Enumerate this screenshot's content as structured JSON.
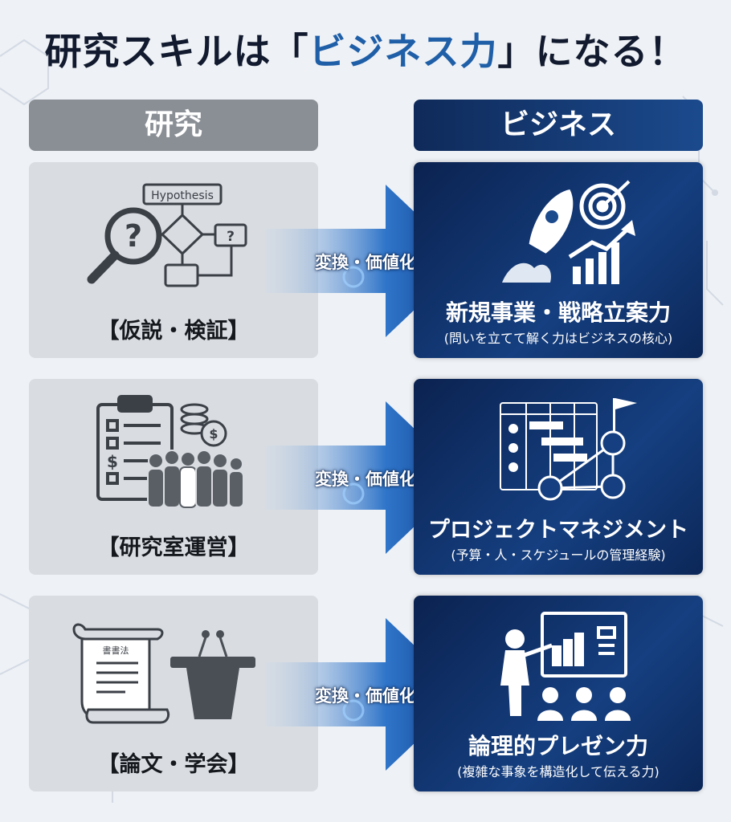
{
  "title": {
    "prefix": "研究スキルは「",
    "highlight": "ビジネス力",
    "suffix": "」になる！"
  },
  "headers": {
    "research": "研究",
    "business": "ビジネス"
  },
  "arrow_label": "変換・価値化",
  "rows": [
    {
      "research_label": "【仮説・検証】",
      "diagram_text": "Hypothesis",
      "business_title": "新規事業・戦略立案力",
      "business_subtitle": "(問いを立てて解く力はビジネスの核心)",
      "research_icons": [
        "magnifier-icon",
        "flowchart-icon"
      ],
      "business_icons": [
        "rocket-icon",
        "target-icon",
        "growth-chart-icon"
      ]
    },
    {
      "research_label": "【研究室運営】",
      "business_title": "プロジェクトマネジメント",
      "business_subtitle": "(予算・人・スケジュールの管理経験)",
      "research_icons": [
        "clipboard-icon",
        "coins-icon",
        "team-icon"
      ],
      "business_icons": [
        "gantt-chart-icon",
        "network-icon",
        "flag-icon"
      ]
    },
    {
      "research_label": "【論文・学会】",
      "scroll_text": "書書法",
      "business_title": "論理的プレゼン力",
      "business_subtitle": "(複雑な事象を構造化して伝える力)",
      "research_icons": [
        "scroll-icon",
        "podium-icon"
      ],
      "business_icons": [
        "presenter-icon",
        "screen-icon",
        "audience-icon"
      ]
    }
  ],
  "colors": {
    "research_card": "#d9dde2",
    "research_header": "#8a8f96",
    "business_card": "#0f2a5a",
    "accent": "#1f5fa8"
  }
}
